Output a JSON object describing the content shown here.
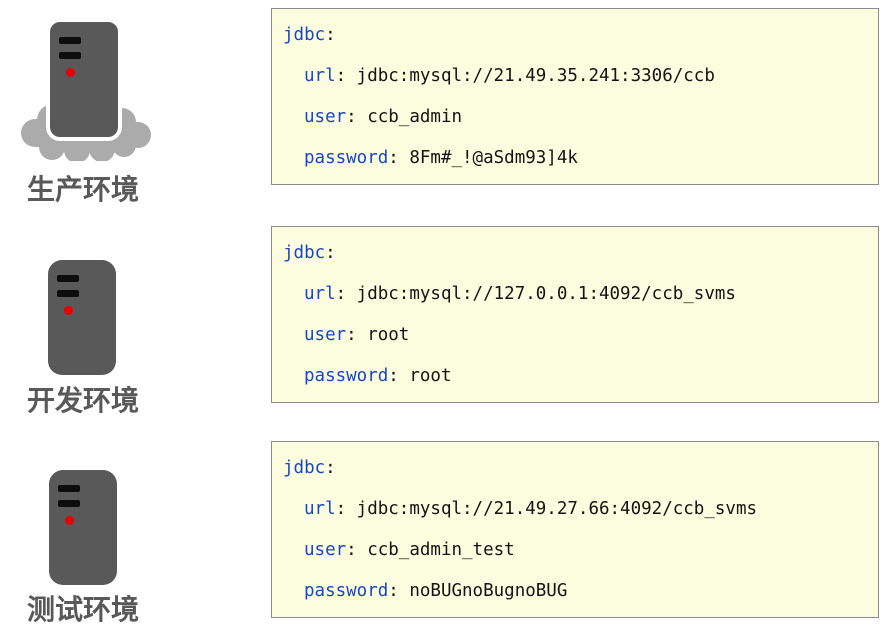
{
  "ui": {
    "colon": ":"
  },
  "colors": {
    "box_background": "#fcfcde",
    "box_border": "#8c8c8c",
    "yaml_key_blue": "#1746c6",
    "yaml_value_black": "#141414",
    "server_body_gray": "#595959",
    "server_slot_black": "#0d0d0d",
    "server_led_red": "#ea0000",
    "cloud_gray": "#ababab",
    "label_gray": "#595959"
  },
  "environments": [
    {
      "id": "production",
      "label": "生产环境",
      "icon": "server-on-cloud",
      "config": {
        "root_key": "jdbc",
        "entries": [
          {
            "key": "url",
            "value": "jdbc:mysql://21.49.35.241:3306/ccb"
          },
          {
            "key": "user",
            "value": "ccb_admin"
          },
          {
            "key": "password",
            "value": "8Fm#_!@aSdm93]4k"
          }
        ]
      }
    },
    {
      "id": "development",
      "label": "开发环境",
      "icon": "server",
      "config": {
        "root_key": "jdbc",
        "entries": [
          {
            "key": "url",
            "value": "jdbc:mysql://127.0.0.1:4092/ccb_svms"
          },
          {
            "key": "user",
            "value": "root"
          },
          {
            "key": "password",
            "value": "root"
          }
        ]
      }
    },
    {
      "id": "testing",
      "label": "测试环境",
      "icon": "server",
      "config": {
        "root_key": "jdbc",
        "entries": [
          {
            "key": "url",
            "value": "jdbc:mysql://21.49.27.66:4092/ccb_svms"
          },
          {
            "key": "user",
            "value": "ccb_admin_test"
          },
          {
            "key": "password",
            "value": "noBUGnoBugnoBUG"
          }
        ]
      }
    }
  ]
}
